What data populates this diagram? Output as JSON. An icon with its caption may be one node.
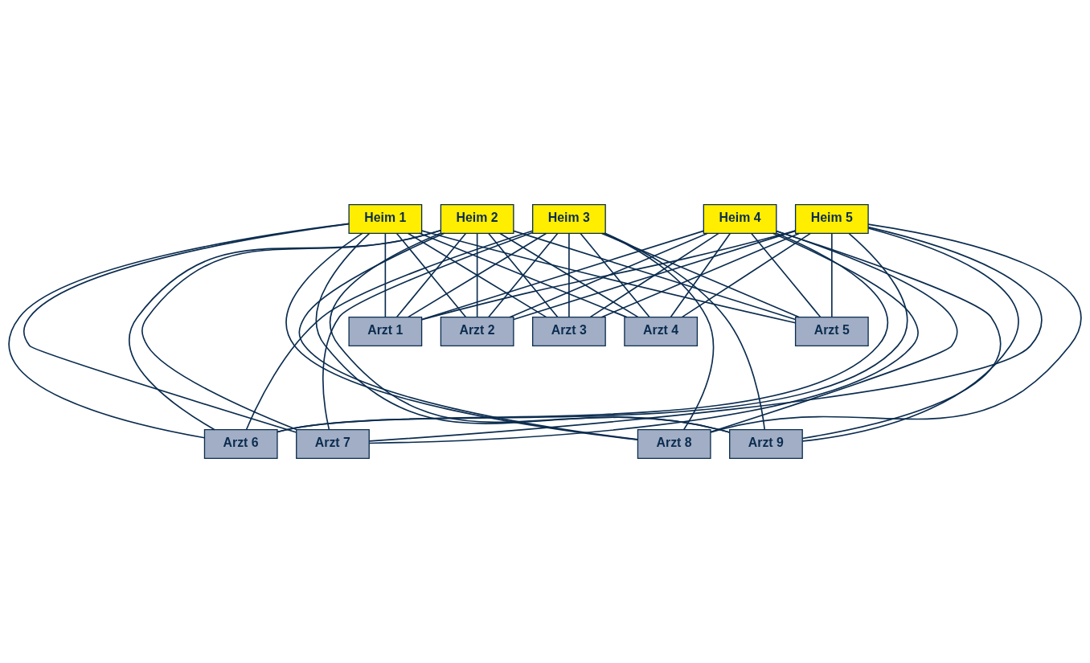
{
  "diagram": {
    "nodes": [
      {
        "text": [
          "Heim 1"
        ]
      },
      {
        "text": [
          "Heim 2"
        ]
      },
      {
        "text": [
          "Heim 3"
        ]
      },
      {
        "text": [
          "Heim 4"
        ]
      },
      {
        "text": [
          "Heim 5"
        ]
      },
      {
        "text": [
          "Arzt 1"
        ]
      },
      {
        "text": [
          "Arzt 2"
        ]
      },
      {
        "text": [
          "Arzt 3"
        ]
      },
      {
        "text": [
          "Arzt 4"
        ]
      },
      {
        "text": [
          "Arzt 5"
        ]
      },
      {
        "text": [
          "Arzt 6"
        ]
      },
      {
        "text": [
          "Arzt 7"
        ]
      },
      {
        "text": [
          "Arzt 8"
        ]
      },
      {
        "text": [
          "Arzt 9"
        ]
      }
    ],
    "edges": [
      {
        "from": 0,
        "to": 5,
        "arrow": "none"
      },
      {
        "from": 0,
        "to": 6,
        "arrow": "none"
      },
      {
        "from": 0,
        "to": 7,
        "arrow": "none"
      },
      {
        "from": 0,
        "to": 8,
        "arrow": "none"
      },
      {
        "from": 0,
        "to": 9,
        "arrow": "none"
      },
      {
        "from": 0,
        "to": 10,
        "arrow": "none"
      },
      {
        "from": 0,
        "to": 11,
        "arrow": "none"
      },
      {
        "from": 0,
        "to": 12,
        "arrow": "none"
      },
      {
        "from": 0,
        "to": 13,
        "arrow": "none"
      },
      {
        "from": 1,
        "to": 5,
        "arrow": "none"
      },
      {
        "from": 1,
        "to": 6,
        "arrow": "none"
      },
      {
        "from": 1,
        "to": 7,
        "arrow": "none"
      },
      {
        "from": 1,
        "to": 8,
        "arrow": "none"
      },
      {
        "from": 1,
        "to": 9,
        "arrow": "none"
      },
      {
        "from": 1,
        "to": 10,
        "arrow": "none"
      },
      {
        "from": 1,
        "to": 11,
        "arrow": "none"
      },
      {
        "from": 1,
        "to": 12,
        "arrow": "none"
      },
      {
        "from": 1,
        "to": 13,
        "arrow": "none"
      },
      {
        "from": 2,
        "to": 5,
        "arrow": "none"
      },
      {
        "from": 2,
        "to": 6,
        "arrow": "none"
      },
      {
        "from": 2,
        "to": 7,
        "arrow": "none"
      },
      {
        "from": 2,
        "to": 8,
        "arrow": "none"
      },
      {
        "from": 2,
        "to": 9,
        "arrow": "none"
      },
      {
        "from": 2,
        "to": 10,
        "arrow": "none"
      },
      {
        "from": 2,
        "to": 11,
        "arrow": "none"
      },
      {
        "from": 2,
        "to": 12,
        "arrow": "none"
      },
      {
        "from": 2,
        "to": 13,
        "arrow": "none"
      },
      {
        "from": 3,
        "to": 5,
        "arrow": "none"
      },
      {
        "from": 3,
        "to": 6,
        "arrow": "none"
      },
      {
        "from": 3,
        "to": 7,
        "arrow": "none"
      },
      {
        "from": 3,
        "to": 8,
        "arrow": "none"
      },
      {
        "from": 3,
        "to": 9,
        "arrow": "none"
      },
      {
        "from": 3,
        "to": 10,
        "arrow": "none"
      },
      {
        "from": 3,
        "to": 11,
        "arrow": "none"
      },
      {
        "from": 3,
        "to": 12,
        "arrow": "none"
      },
      {
        "from": 3,
        "to": 13,
        "arrow": "none"
      },
      {
        "from": 4,
        "to": 5,
        "arrow": "none"
      },
      {
        "from": 4,
        "to": 6,
        "arrow": "none"
      },
      {
        "from": 4,
        "to": 7,
        "arrow": "none"
      },
      {
        "from": 4,
        "to": 8,
        "arrow": "none"
      },
      {
        "from": 4,
        "to": 9,
        "arrow": "none"
      },
      {
        "from": 4,
        "to": 10,
        "arrow": "none"
      },
      {
        "from": 4,
        "to": 11,
        "arrow": "none"
      },
      {
        "from": 4,
        "to": 12,
        "arrow": "none"
      },
      {
        "from": 4,
        "to": 13,
        "arrow": "none"
      }
    ]
  }
}
